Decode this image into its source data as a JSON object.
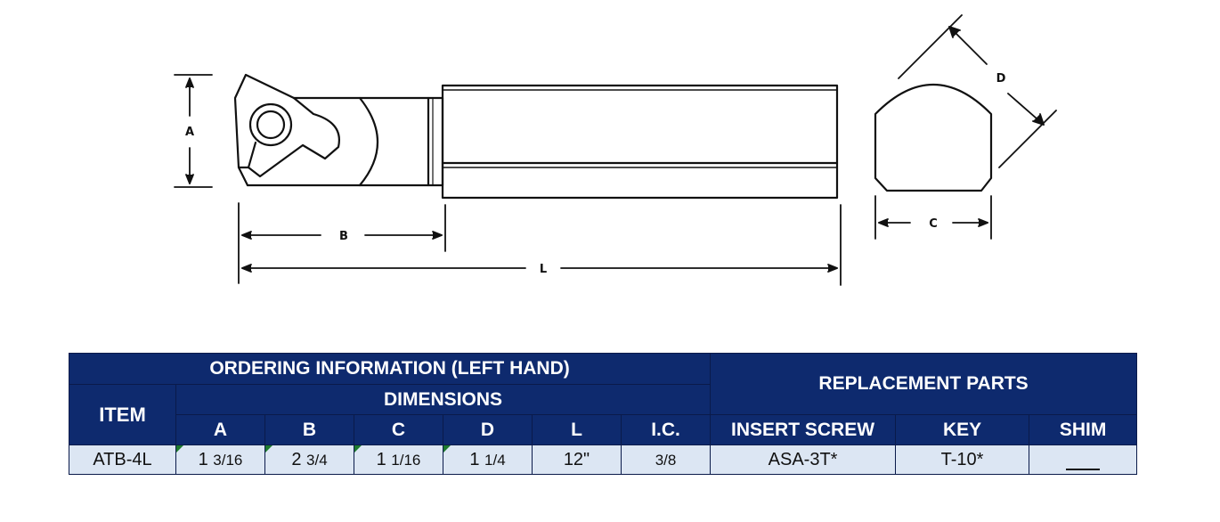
{
  "drawing": {
    "labels": {
      "a": "A",
      "b": "B",
      "c": "C",
      "d": "D",
      "l": "L"
    }
  },
  "table": {
    "title": "ORDERING INFORMATION (LEFT HAND)",
    "replacement_title": "REPLACEMENT PARTS",
    "item_header": "ITEM",
    "dimensions_header": "DIMENSIONS",
    "columns": [
      "A",
      "B",
      "C",
      "D",
      "L",
      "I.C.",
      "INSERT SCREW",
      "KEY",
      "SHIM"
    ],
    "row": {
      "item": "ATB-4L",
      "a_whole": "1",
      "a_frac": "3/16",
      "b_whole": "2",
      "b_frac": "3/4",
      "c_whole": "1",
      "c_frac": "1/16",
      "d_whole": "1",
      "d_frac": "1/4",
      "l": "12\"",
      "ic": "3/8",
      "insert_screw": "ASA-3T*",
      "key": "T-10*",
      "shim": ""
    }
  },
  "colors": {
    "header_bg": "#0e2a6e",
    "row_bg": "#dce6f3",
    "cell_marker": "#1d7a2e"
  }
}
